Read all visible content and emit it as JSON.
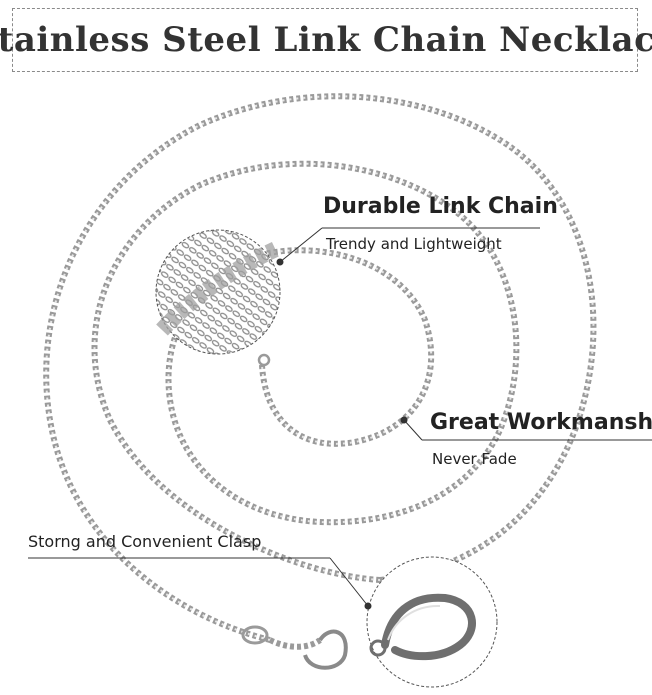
{
  "title": "Stainless Steel Link Chain Necklace",
  "callouts": {
    "durable": {
      "heading": "Durable Link Chain",
      "sub": "Trendy and Lightweight"
    },
    "workmanship": {
      "heading": "Great Workmanship",
      "sub": "Never Fade"
    },
    "clasp": {
      "heading": "Storng and Convenient Clasp"
    }
  },
  "colors": {
    "chain": "#9a9a9a",
    "chain_highlight": "#e6e6e6",
    "line": "#333333",
    "title": "#333333"
  },
  "icons": [
    "necklace-chain",
    "lobster-clasp",
    "chain-closeup"
  ]
}
